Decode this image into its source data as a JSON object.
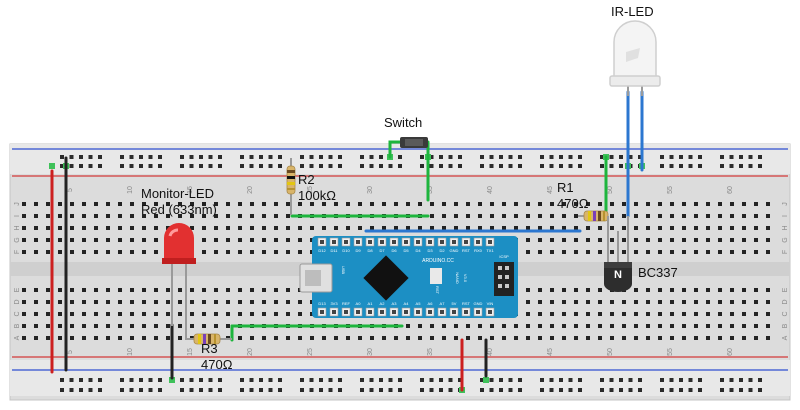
{
  "labels": {
    "ir_led": "IR-LED",
    "switch": "Switch",
    "monitor_led": "Monitor-LED",
    "monitor_led_color": "Red (633nm)",
    "r1_name": "R1",
    "r1_value": "470Ω",
    "r2_name": "R2",
    "r2_value": "100kΩ",
    "r3_name": "R3",
    "r3_value": "470Ω",
    "transistor": "BC337"
  },
  "board_text": {
    "brand": "ARDUINO.CC",
    "model": "NANO",
    "version": "V3.0",
    "usb": "USB",
    "icsp": "ICSP",
    "reset": "RST",
    "transistor_mark": "N",
    "top_pins": [
      "D12",
      "D11",
      "D10",
      "D9",
      "D8",
      "D7",
      "D6",
      "D5",
      "D4",
      "D3",
      "D2",
      "GND",
      "RST",
      "RX0",
      "TX1"
    ],
    "bottom_pins": [
      "D13",
      "3V3",
      "REF",
      "A0",
      "A1",
      "A2",
      "A3",
      "A4",
      "A5",
      "A6",
      "A7",
      "5V",
      "RST",
      "GND",
      "VIN"
    ]
  },
  "column_numbers": [
    "5",
    "10",
    "15",
    "20",
    "25",
    "30",
    "35",
    "40",
    "45",
    "50",
    "55",
    "60"
  ],
  "row_letters_top": [
    "J",
    "I",
    "H",
    "G",
    "F"
  ],
  "row_letters_bottom": [
    "E",
    "D",
    "C",
    "B",
    "A"
  ],
  "colors": {
    "wire_green": "#1db53d",
    "wire_blue": "#2c77d0",
    "wire_red": "#cc1f1f",
    "wire_black": "#222222",
    "rail_red": "#d33a3a",
    "rail_blue": "#2f4fd0",
    "board": "#1c8fc4",
    "led_red": "#e23030"
  }
}
